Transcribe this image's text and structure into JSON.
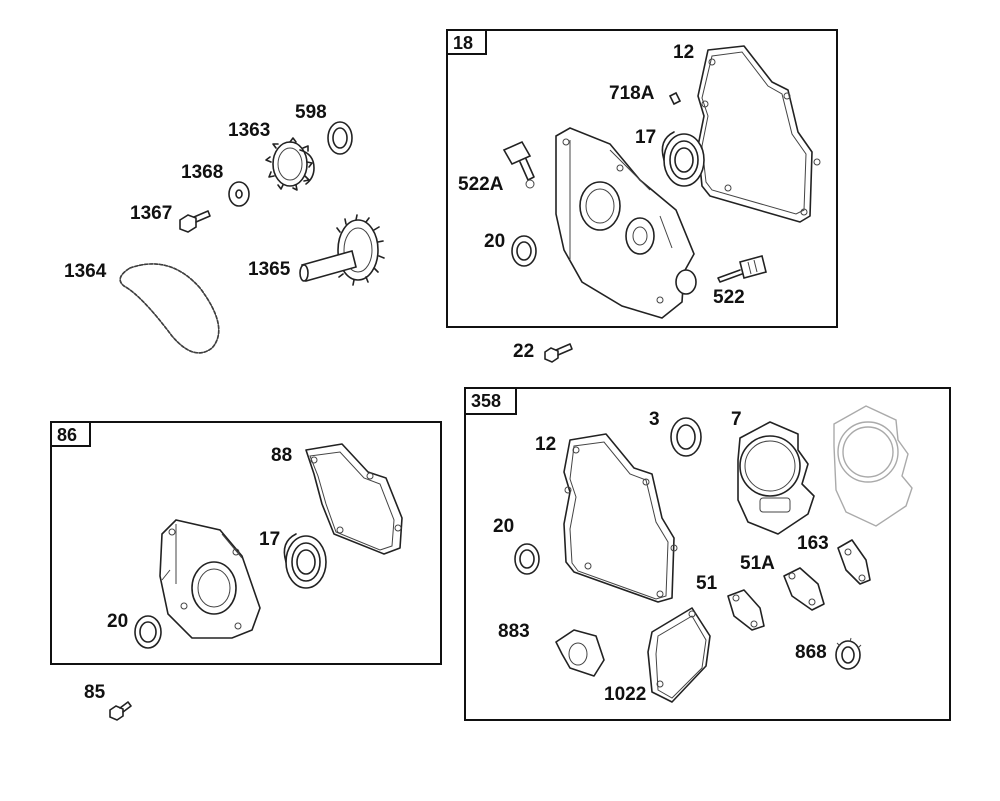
{
  "diagram": {
    "groups": [
      {
        "id": "18"
      },
      {
        "id": "358"
      },
      {
        "id": "86"
      }
    ],
    "part_labels": [
      "598",
      "1363",
      "1368",
      "1367",
      "1365",
      "1364",
      "12",
      "718A",
      "17",
      "522A",
      "20",
      "522",
      "22",
      "3",
      "7",
      "12",
      "20",
      "163",
      "51A",
      "51",
      "883",
      "868",
      "1022",
      "88",
      "17",
      "20",
      "85"
    ]
  }
}
